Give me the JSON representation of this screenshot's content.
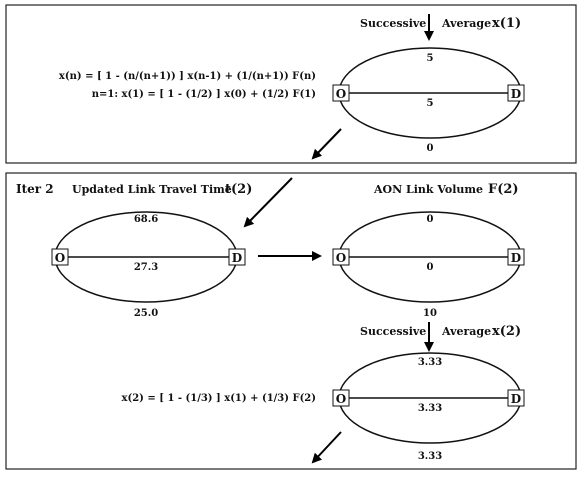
{
  "top": {
    "successive": "Successive",
    "average": "Average",
    "x1": "x(1)",
    "formula_general": "x(n) = [ 1 - (n/(n+1)) ] x(n-1) + (1/(n+1)) F(n)",
    "formula_n1": "n=1:  x(1) = [ 1 - (1/2) ] x(0) + (1/2) F(1)",
    "net": {
      "origin": "O",
      "dest": "D",
      "top": "5",
      "mid": "5",
      "bottom": "0"
    }
  },
  "iter2": {
    "label": "Iter 2",
    "updated_title": "Updated Link Travel Time",
    "updated_var": "t(2)",
    "aon_title": "AON Link Volume",
    "aon_var": "F(2)",
    "net_time": {
      "origin": "O",
      "dest": "D",
      "top": "68.6",
      "mid": "27.3",
      "bottom": "25.0"
    },
    "net_aon": {
      "origin": "O",
      "dest": "D",
      "top": "0",
      "mid": "0",
      "bottom": "10"
    },
    "successive": "Successive",
    "average": "Average",
    "x2": "x(2)",
    "formula_x2": "x(2) = [ 1 - (1/3) ] x(1) + (1/3) F(2)",
    "net_x2": {
      "origin": "O",
      "dest": "D",
      "top": "3.33",
      "mid": "3.33",
      "bottom": "3.33"
    }
  }
}
